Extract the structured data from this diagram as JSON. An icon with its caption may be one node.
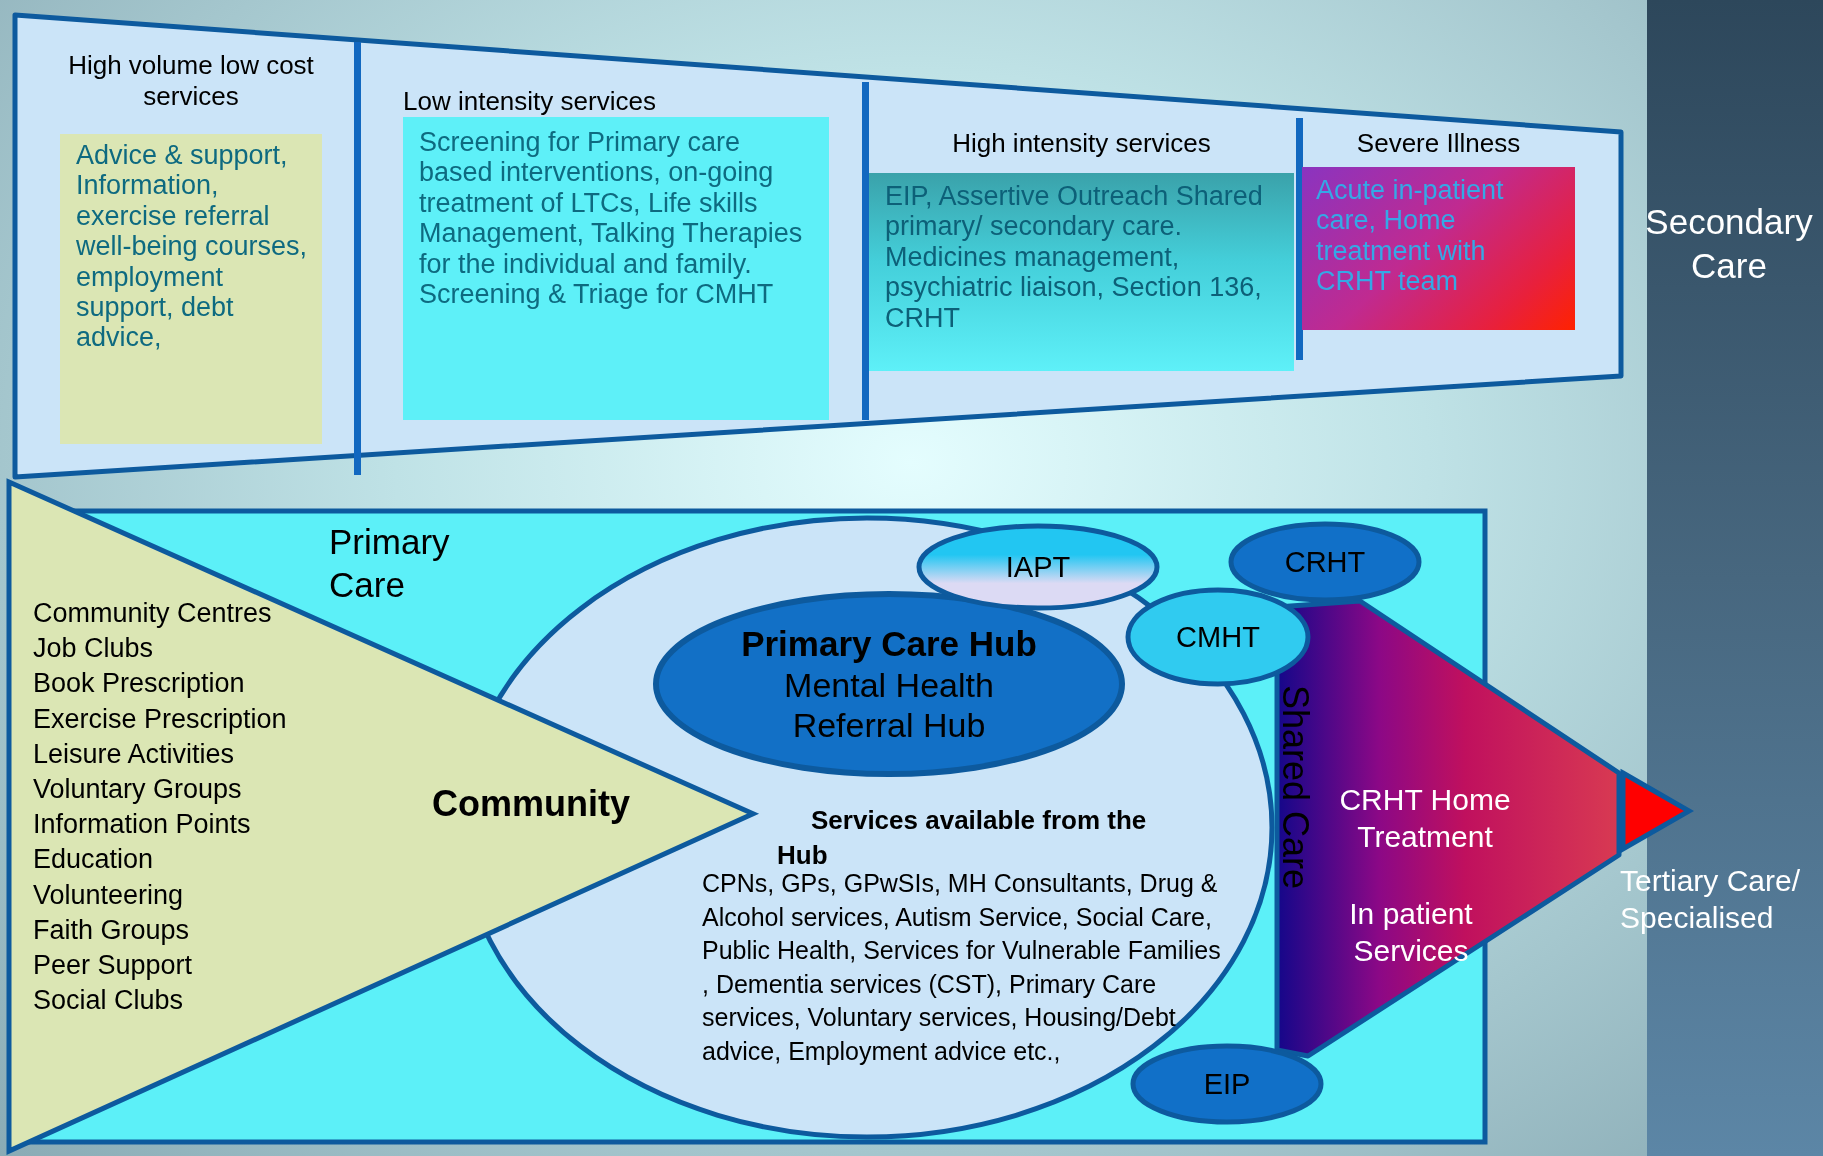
{
  "diagram": {
    "nodes": [
      {
        "text": [],
        "shape": "trapezoid"
      },
      {
        "text": [
          "High volume low cost services",
          "Advice & support, Information, exercise referral well-being courses, employment support, debt advice,"
        ],
        "in": 0
      },
      {
        "text": [
          "Low intensity services",
          "Screening for Primary care based interventions, on-going treatment of LTCs, Life skills Management, Talking Therapies for the individual and family. Screening & Triage for CMHT"
        ],
        "in": 0
      },
      {
        "text": [
          "High intensity services",
          "EIP, Assertive Outreach Shared primary/ secondary care. Medicines management, psychiatric liaison, Section 136, CRHT"
        ],
        "in": 0
      },
      {
        "text": [
          "Severe Illness",
          "Acute in-patient care, Home treatment with CRHT team"
        ],
        "in": 0
      },
      {
        "text": [
          "Primary Care"
        ]
      },
      {
        "text": [
          "Community",
          "Community Centres",
          "Job Clubs",
          "Book Prescription",
          "Exercise Prescription",
          "Leisure Activities",
          "Voluntary Groups",
          "Information Points",
          "Education",
          "Volunteering",
          "Faith Groups",
          "Peer Support",
          "Social Clubs"
        ]
      },
      {
        "text": [
          "Services available from the Hub",
          "CPNs, GPs, GPwSIs, MH Consultants, Drug & Alcohol services, Autism Service, Social Care, Public Health, Services for Vulnerable Families , Dementia services (CST), Primary Care services, Voluntary services, Housing/Debt advice, Employment advice etc.,"
        ],
        "in": 5
      },
      {
        "text": [
          "Primary Care Hub",
          "Mental Health Referral Hub"
        ],
        "in": 7
      },
      {
        "text": [
          "IAPT"
        ],
        "in": 7
      },
      {
        "text": [
          "CMHT"
        ],
        "in": 5
      },
      {
        "text": [
          "CRHT"
        ],
        "in": 5
      },
      {
        "text": [
          "Shared Care",
          "CRHT Home Treatment",
          "In patient Services"
        ]
      },
      {
        "text": [
          "EIP"
        ],
        "in": 5
      },
      {
        "text": [],
        "shape": "triangle"
      }
    ],
    "labels": [
      "Secondary Care",
      "Tertiary Care/ Specialised"
    ]
  }
}
